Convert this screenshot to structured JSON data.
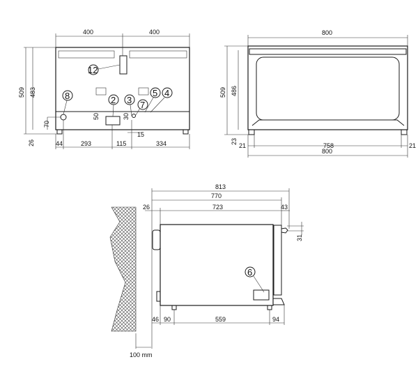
{
  "back_view": {
    "dims": {
      "top_left": "400",
      "top_right": "400",
      "height_total": "509",
      "height_body": "483",
      "feet": "26",
      "d44": "44",
      "d293": "293",
      "d115": "115",
      "d334": "334",
      "d70": "70",
      "d50": "50",
      "d30": "30",
      "d15": "15"
    },
    "callouts": {
      "c12": "12",
      "c8": "8",
      "c2": "2",
      "c3": "3",
      "c7": "7",
      "c5": "5",
      "c4": "4"
    }
  },
  "front_view": {
    "dims": {
      "width_top": "800",
      "height_total": "509",
      "height_body": "486",
      "feet": "23",
      "left": "21",
      "middle": "758",
      "right": "21",
      "width_bottom": "800"
    }
  },
  "side_view": {
    "dims": {
      "d813": "813",
      "d770": "770",
      "d723": "723",
      "d26": "26",
      "d43": "43",
      "d31": "31",
      "d46": "46",
      "d90": "90",
      "d559": "559",
      "d94": "94",
      "wall_gap": "100 mm"
    },
    "callouts": {
      "c6": "6"
    }
  }
}
